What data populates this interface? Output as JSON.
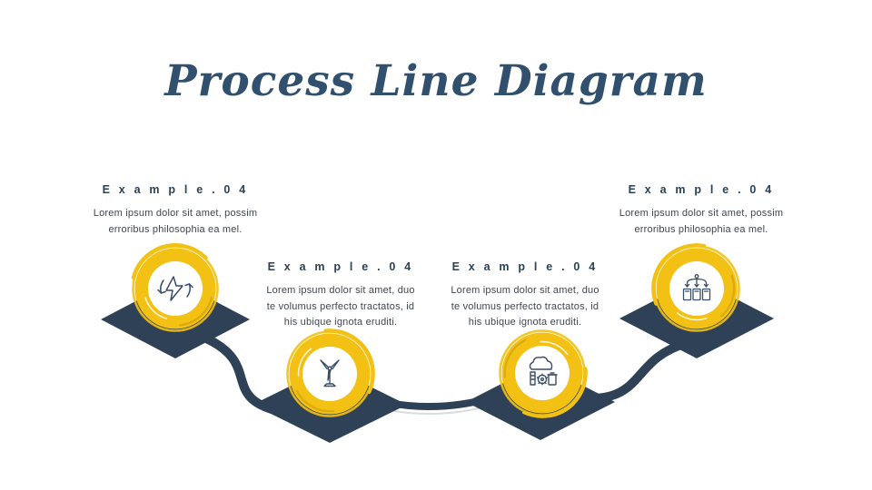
{
  "title": "Process Line Diagram",
  "colors": {
    "navy": "#2f4156",
    "yellow": "#f2c113",
    "yellow_dark": "#d9a60e",
    "title_blue": "#31506e",
    "heading_navy": "#2b4157",
    "body_gray": "#40464f",
    "icon_stroke": "#3a4d66",
    "background": "#ffffff"
  },
  "steps": [
    {
      "heading": "E x a m p l e . 0 4",
      "lines": [
        "Lorem ipsum  dolor sit amet, possim",
        "erroribus  philosophia  ea  mel."
      ],
      "icon": "energy-lightning-icon"
    },
    {
      "heading": "E x a m p l e . 0 4",
      "lines": [
        "Lorem ipsum  dolor  sit amet, duo",
        "te volumus  perfecto tractatos, id",
        "his ubique  ignota  eruditi."
      ],
      "icon": "wind-turbine-icon"
    },
    {
      "heading": "E x a m p l e . 0 4",
      "lines": [
        "Lorem ipsum  dolor  sit amet, duo",
        "te volumus  perfecto tractatos, id",
        "his ubique  ignota  eruditi."
      ],
      "icon": "factory-emissions-icon"
    },
    {
      "heading": "E x a m p l e . 0 4",
      "lines": [
        "Lorem ipsum  dolor sit amet, possim",
        "erroribus  philosophia  ea  mel."
      ],
      "icon": "distribution-bins-icon"
    }
  ]
}
